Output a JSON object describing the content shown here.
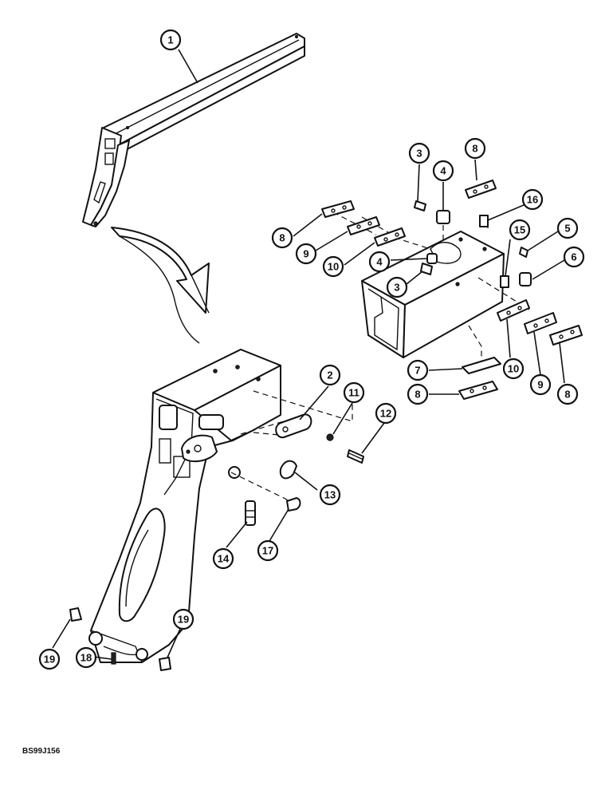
{
  "figure": {
    "reference_code": "BS99J156"
  },
  "callouts": [
    {
      "id": "c1",
      "label": "1"
    },
    {
      "id": "c2",
      "label": "2"
    },
    {
      "id": "c3a",
      "label": "3"
    },
    {
      "id": "c3b",
      "label": "3"
    },
    {
      "id": "c4a",
      "label": "4"
    },
    {
      "id": "c4b",
      "label": "4"
    },
    {
      "id": "c5",
      "label": "5"
    },
    {
      "id": "c6",
      "label": "6"
    },
    {
      "id": "c7",
      "label": "7"
    },
    {
      "id": "c8a",
      "label": "8"
    },
    {
      "id": "c8b",
      "label": "8"
    },
    {
      "id": "c8c",
      "label": "8"
    },
    {
      "id": "c8d",
      "label": "8"
    },
    {
      "id": "c9a",
      "label": "9"
    },
    {
      "id": "c9b",
      "label": "9"
    },
    {
      "id": "c10a",
      "label": "10"
    },
    {
      "id": "c10b",
      "label": "10"
    },
    {
      "id": "c11",
      "label": "11"
    },
    {
      "id": "c12",
      "label": "12"
    },
    {
      "id": "c13",
      "label": "13"
    },
    {
      "id": "c14",
      "label": "14"
    },
    {
      "id": "c15",
      "label": "15"
    },
    {
      "id": "c16",
      "label": "16"
    },
    {
      "id": "c17",
      "label": "17"
    },
    {
      "id": "c18",
      "label": "18"
    },
    {
      "id": "c19a",
      "label": "19"
    },
    {
      "id": "c19b",
      "label": "19"
    }
  ]
}
